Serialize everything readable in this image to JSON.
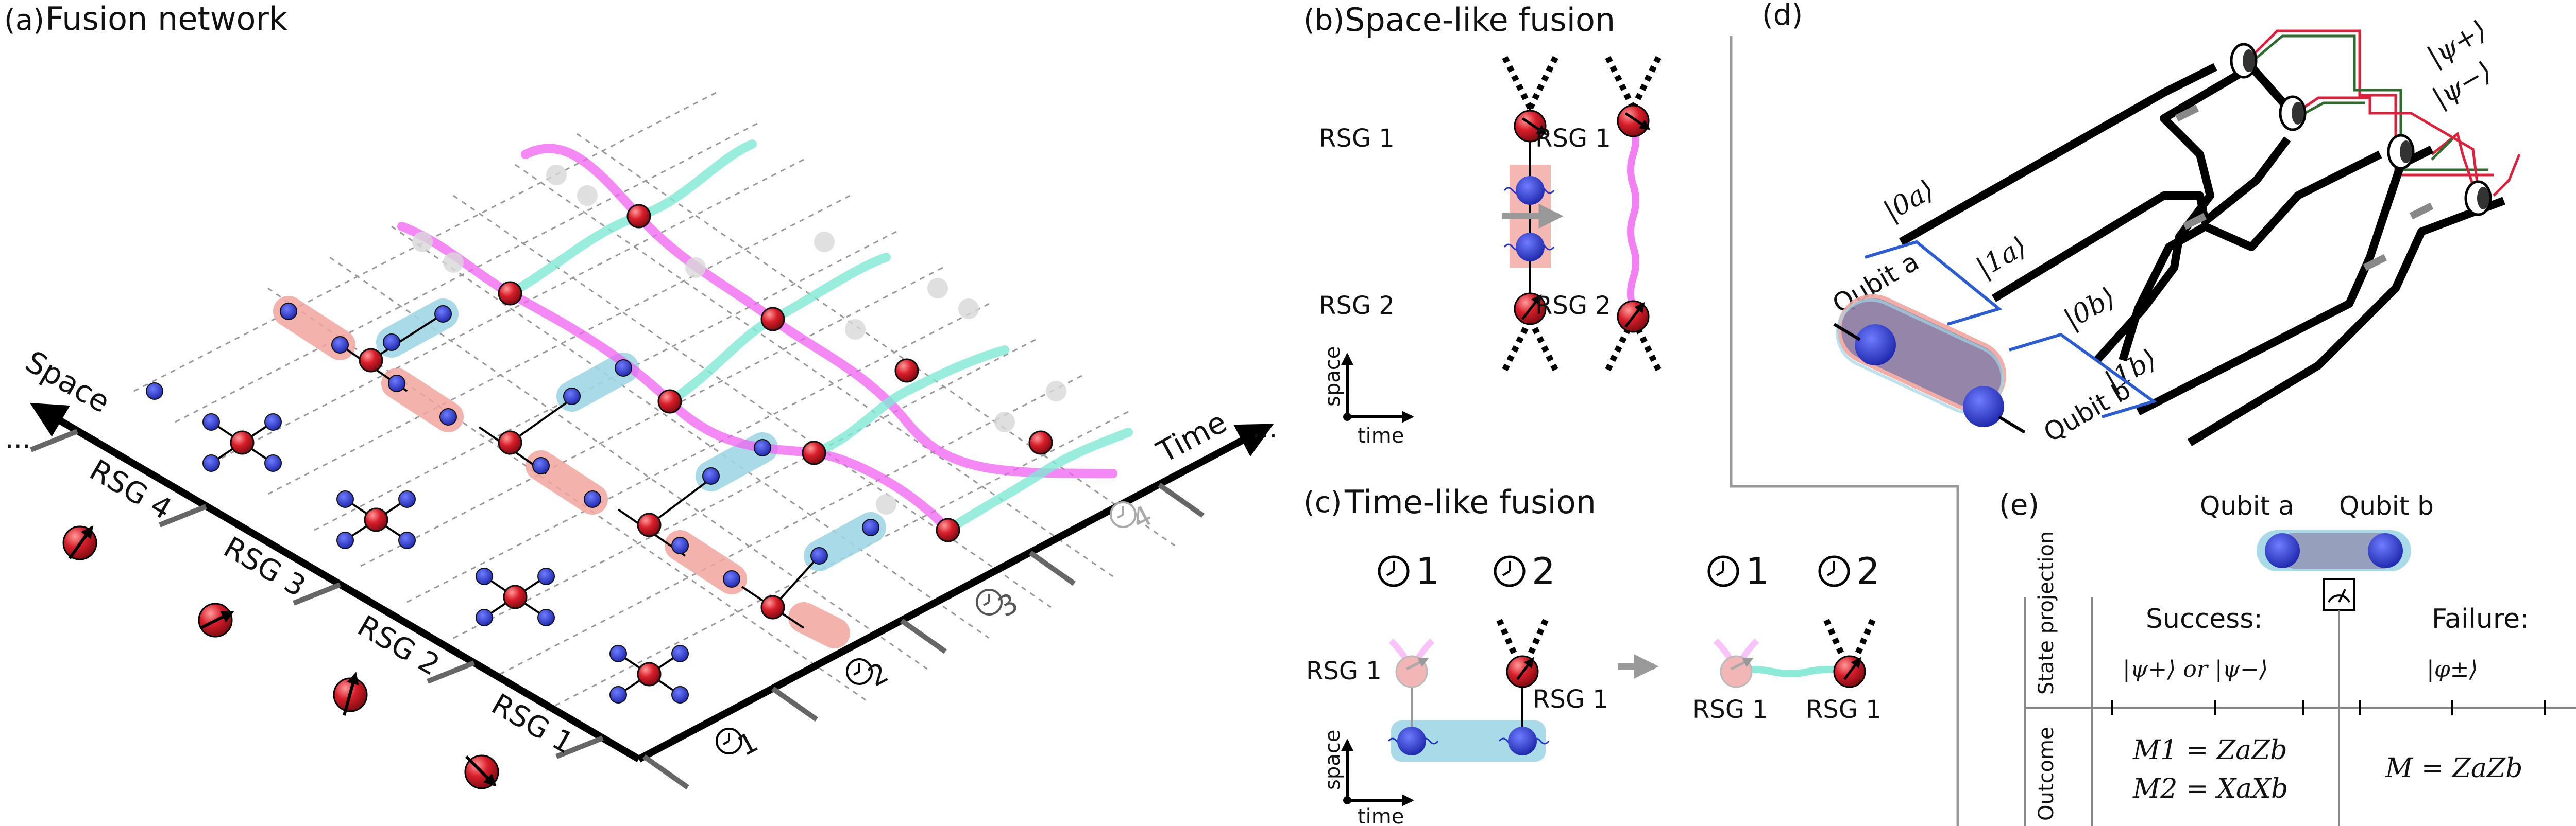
{
  "panels": {
    "a": {
      "label": "(a)",
      "title": "Fusion network",
      "space_axis": "Space",
      "time_axis": "Time",
      "ellipsis": "...",
      "rsg_labels": [
        "RSG 4",
        "RSG 3",
        "RSG 2",
        "RSG 1"
      ],
      "clock_labels": [
        "1",
        "2",
        "3",
        "4"
      ]
    },
    "b": {
      "label": "(b)",
      "title": "Space-like fusion",
      "rsg_top": "RSG 1",
      "rsg_bottom": "RSG 2",
      "axis_space": "space",
      "axis_time": "time"
    },
    "c": {
      "label": "(c)",
      "title": "Time-like fusion",
      "clock_labels": [
        "1",
        "2",
        "1",
        "2"
      ],
      "rsg_label": "RSG 1",
      "axis_space": "space",
      "axis_time": "time"
    },
    "d": {
      "label": "(d)",
      "modes": [
        "|0a⟩",
        "|1a⟩",
        "|0b⟩",
        "|1b⟩"
      ],
      "qubit_a": "Qubit a",
      "qubit_b": "Qubit b",
      "bell_states": [
        "|ψ+⟩",
        "|ψ−⟩"
      ]
    },
    "e": {
      "label": "(e)",
      "qubit_a": "Qubit a",
      "qubit_b": "Qubit b",
      "row_state": "State projection",
      "row_outcome": "Outcome",
      "success": "Success:",
      "failure": "Failure:",
      "success_states": "|ψ+⟩ or |ψ−⟩",
      "failure_states": "|φ±⟩",
      "success_outcome_1": "M1 = ZaZb",
      "success_outcome_2": "M2 = XaXb",
      "failure_outcome": "M = ZaZb"
    }
  },
  "colors": {
    "spin_red": "#d81e2a",
    "photon_blue": "#2233cc",
    "space_fusion": "#f2a59e",
    "time_fusion": "#9fd6e6",
    "entangle_magenta": "#f060f0",
    "entangle_cyan": "#7ee8d4",
    "detector_red": "#e0203a",
    "detector_green": "#2e6b2e",
    "box_blue": "#2a5cd6"
  },
  "icons": [
    "spin-arrow-icon",
    "clock-icon",
    "photon-wavepacket-icon",
    "detector-icon",
    "meter-icon"
  ]
}
